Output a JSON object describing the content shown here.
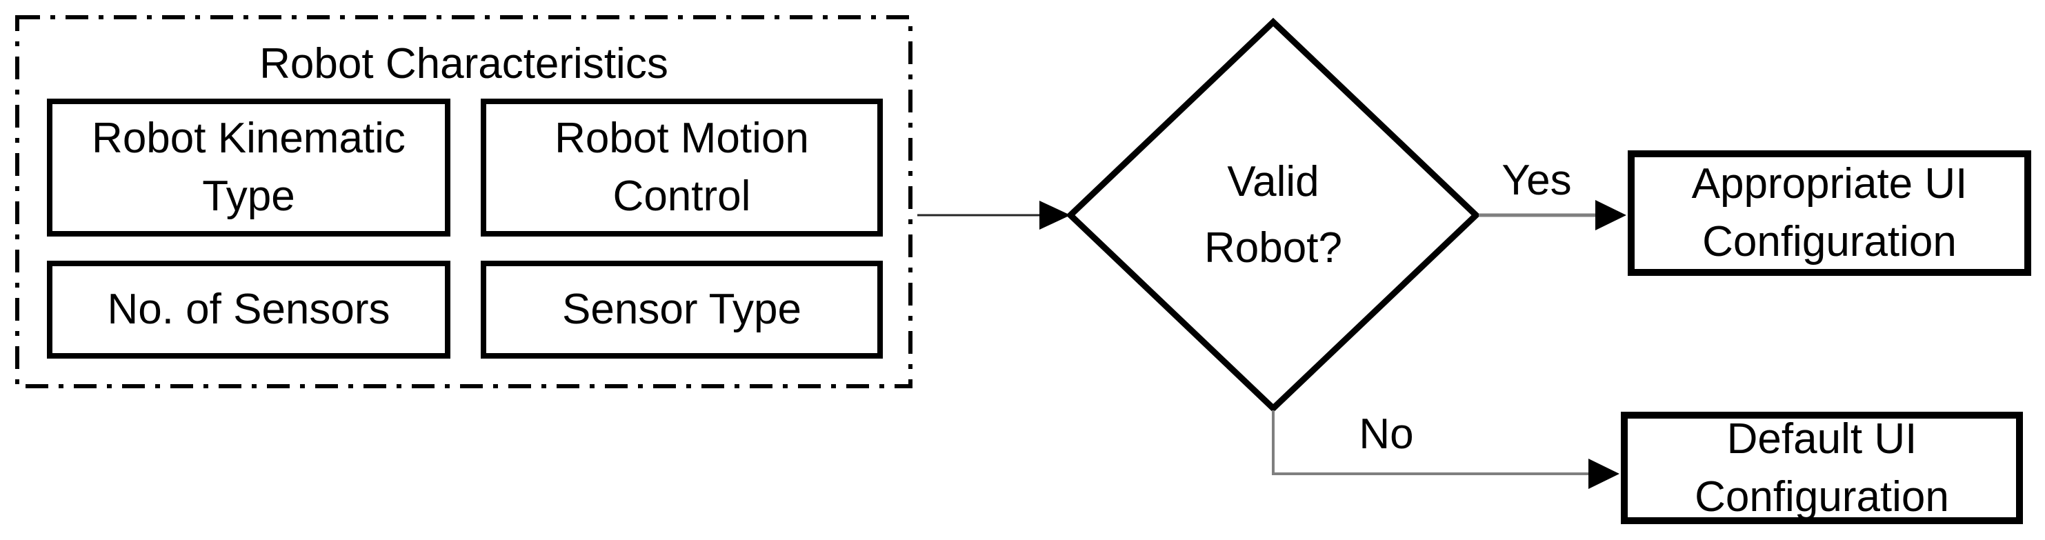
{
  "flowchart": {
    "source_group": {
      "title": "Robot Characteristics",
      "items": [
        {
          "label": "Robot Kinematic\nType"
        },
        {
          "label": "Robot Motion\nControl"
        },
        {
          "label": "No. of Sensors"
        },
        {
          "label": "Sensor Type"
        }
      ]
    },
    "decision": {
      "label": "Valid\nRobot?"
    },
    "branches": {
      "yes": {
        "label": "Yes",
        "target": "Appropriate UI\nConfiguration"
      },
      "no": {
        "label": "No",
        "target": "Default UI\nConfiguration"
      }
    },
    "colors": {
      "shape_stroke": "#000000",
      "connector_dark": "#262626",
      "connector_gray": "#7f7f7f",
      "arrowhead_fill": "#000000",
      "background": "#ffffff"
    }
  }
}
